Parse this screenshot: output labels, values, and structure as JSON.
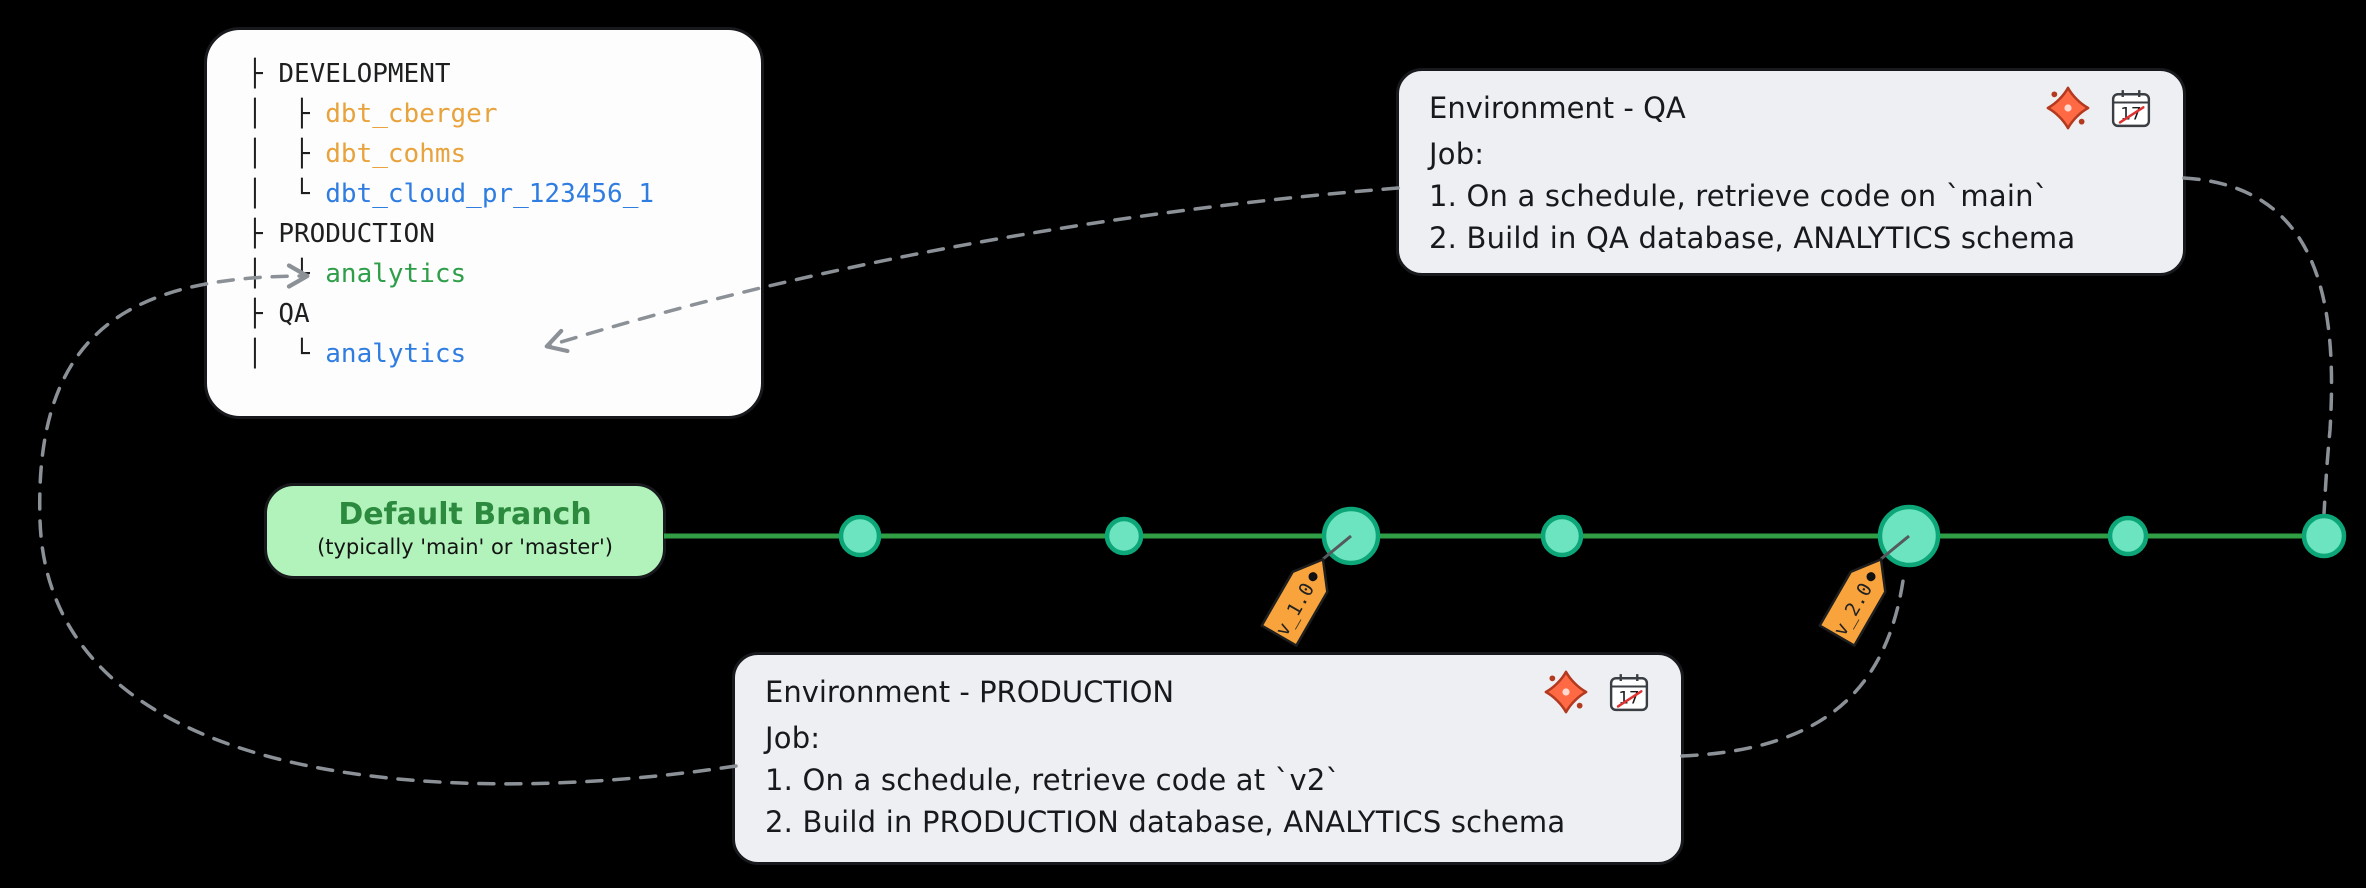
{
  "colors": {
    "background": "#000000",
    "branch_line_green": "#2f9e44",
    "commit_fill": "#6be4bf",
    "commit_stroke": "#0ca678",
    "tag_orange": "#f8a33c",
    "connector_gray": "#8b9197",
    "branch_box_fill": "#b2f2bb",
    "branch_title_text": "#2b8a3e",
    "env_card_bg": "#edeff2",
    "tree_card_bg": "#fdfdfd",
    "dev_schema_color": "#e8a33d",
    "pr_schema_color": "#2f7de1",
    "prod_schema_color": "#2e9e49",
    "qa_schema_color": "#2f7de1",
    "dbt_brand_orange": "#ff6a45"
  },
  "tree_card": {
    "items": [
      {
        "prefix": "├ ",
        "name": "DEVELOPMENT",
        "color": "#1d1f21"
      },
      {
        "prefix": "│  ├ ",
        "name": "dbt_cberger",
        "color": "#e8a33d"
      },
      {
        "prefix": "│  ├ ",
        "name": "dbt_cohms",
        "color": "#e8a33d"
      },
      {
        "prefix": "│  └ ",
        "name": "dbt_cloud_pr_123456_1",
        "color": "#2f7de1"
      },
      {
        "prefix": "├ ",
        "name": "PRODUCTION",
        "color": "#1d1f21"
      },
      {
        "prefix": "│  └ ",
        "name": "analytics",
        "color": "#2e9e49"
      },
      {
        "prefix": "├ ",
        "name": "QA",
        "color": "#1d1f21"
      },
      {
        "prefix": "│  └ ",
        "name": "analytics",
        "color": "#2f7de1"
      }
    ]
  },
  "qa_card": {
    "title": "Environment - QA",
    "job_label": "Job:",
    "steps": [
      "1. On a schedule, retrieve code on `main`",
      "2. Build in QA database, ANALYTICS schema"
    ],
    "calendar_day": "17"
  },
  "production_card": {
    "title": "Environment - PRODUCTION",
    "job_label": "Job:",
    "steps": [
      "1. On a schedule, retrieve code at `v2`",
      "2. Build in PRODUCTION database, ANALYTICS schema"
    ],
    "calendar_day": "17"
  },
  "default_branch": {
    "title": "Default Branch",
    "subtitle": "(typically 'main' or 'master')"
  },
  "timeline": {
    "tags": [
      {
        "label": "v_1.0"
      },
      {
        "label": "v_2.0"
      }
    ]
  }
}
